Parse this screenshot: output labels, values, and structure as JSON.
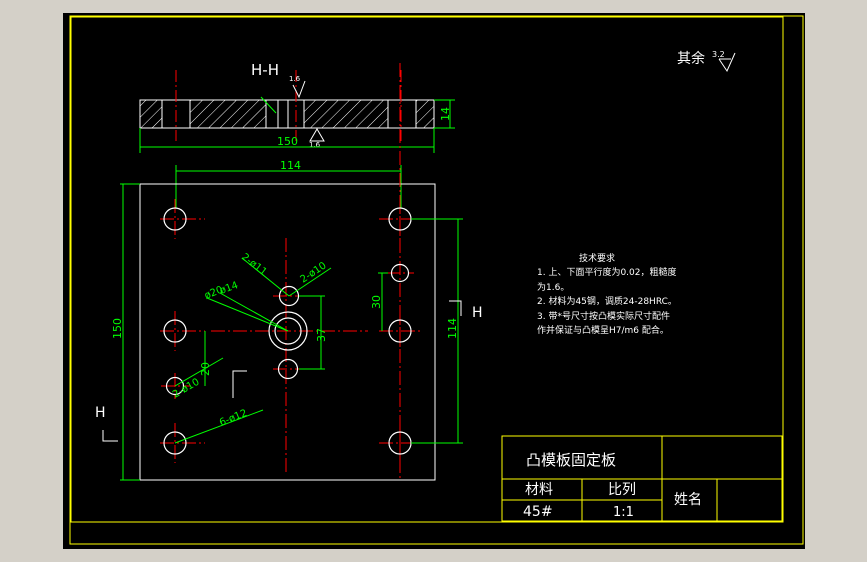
{
  "drawing": {
    "section_label": "H-H",
    "roughness_note_prefix": "其余",
    "roughness_default": "3.2",
    "roughness_top": "1.6",
    "roughness_bottom": "1.6",
    "view_marker": "H",
    "dims": {
      "thickness": "14",
      "width_overall": "150",
      "hole_span_x": "114",
      "height_overall": "150",
      "hole_span_y": "114",
      "small_hole_offset": "30",
      "center_offset": "37",
      "lower_offset": "20",
      "hole_a": "2-ø10",
      "hole_b": "2-ø11",
      "bore_outer": "ø20",
      "bore_inner": "ø14",
      "pin_holes": "2-ø10",
      "screw_holes": "6-ø12"
    },
    "notes": {
      "heading": "技术要求",
      "lines": [
        "1. 上、下面平行度为0.02，粗糙度",
        "为1.6。",
        "2. 材料为45钢，调质24-28HRC。",
        "3. 带*号尺寸按凸模实际尺寸配件",
        "  作并保证与凸模呈H7/m6  配合。"
      ]
    }
  },
  "title_block": {
    "part_name": "凸模板固定板",
    "material_label": "材料",
    "material_value": "45#",
    "scale_label": "比列",
    "scale_value": "1:1",
    "name_label": "姓名"
  },
  "colors": {
    "background": "#000000",
    "geometry": "#ffffff",
    "frame": "#ffff00",
    "dimensions": "#00ff00",
    "centerlines": "#ff0000"
  }
}
